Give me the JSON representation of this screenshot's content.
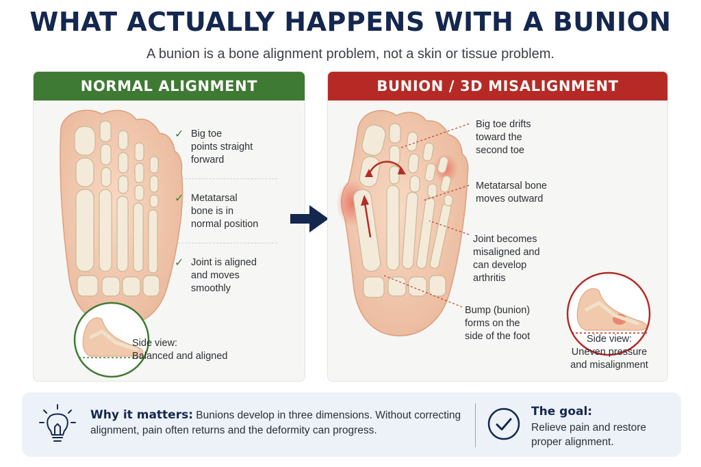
{
  "header": {
    "title": "WHAT ACTUALLY HAPPENS WITH A BUNION",
    "subtitle": "A bunion is a bone alignment problem, not a skin or tissue problem."
  },
  "normal_panel": {
    "heading": "NORMAL ALIGNMENT",
    "header_color": "#3f7a34",
    "points": [
      {
        "line1": "Big toe",
        "line2": "points straight",
        "line3": "forward"
      },
      {
        "line1": "Metatarsal",
        "line2": "bone is in",
        "line3": "normal position"
      },
      {
        "line1": "Joint is aligned",
        "line2": "and moves",
        "line3": "smoothly"
      }
    ],
    "side_view": {
      "line1": "Side view:",
      "line2": "Balanced and aligned"
    }
  },
  "bunion_panel": {
    "heading": "BUNION / 3D MISALIGNMENT",
    "header_color": "#b62a25",
    "callouts": [
      {
        "line1": "Big toe drifts",
        "line2": "toward the",
        "line3": "second toe"
      },
      {
        "line1": "Metatarsal bone",
        "line2": "moves outward"
      },
      {
        "line1": "Joint becomes",
        "line2": "misaligned and",
        "line3": "can develop",
        "line4": "arthritis"
      },
      {
        "line1": "Bump (bunion)",
        "line2": "forms on the",
        "line3": "side of the foot"
      }
    ],
    "side_view": {
      "line1": "Side view:",
      "line2": "Uneven pressure",
      "line3": "and misalignment"
    }
  },
  "footer": {
    "why_label": "Why it matters:",
    "why_text": " Bunions develop in three dimensions. Without correcting alignment, pain often returns and the deformity can progress.",
    "goal_title": "The goal:",
    "goal_text": "Relieve pain and restore proper alignment."
  },
  "icons": {
    "check": "check-icon",
    "arrow": "right-arrow-icon",
    "bulb": "lightbulb-icon",
    "goal": "check-circle-icon"
  },
  "colors": {
    "title": "#14284f",
    "normal": "#3f7a34",
    "bunion": "#b62a25",
    "footer_bg": "#edf1f8"
  }
}
